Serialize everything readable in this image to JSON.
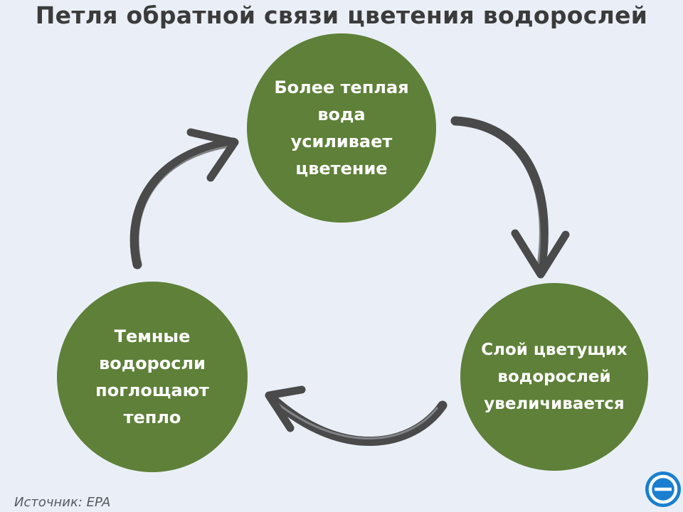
{
  "title": "Петля обратной связи цветения водорослей",
  "nodes": {
    "top": "Более теплая\nвода\nусиливает\nцветение",
    "bottom_right": "Слой цветущих\nводорослей\nувеличивается",
    "bottom_left": "Темные\nводоросли\nпоглощают\nтепло"
  },
  "source": "Источник: EPA",
  "colors": {
    "background": "#eaeff7",
    "node": "#5e8038",
    "arrow": "#4a4a4a",
    "logo": "#1a7fd0"
  },
  "icons": {
    "logo": "circle-logo-icon"
  }
}
